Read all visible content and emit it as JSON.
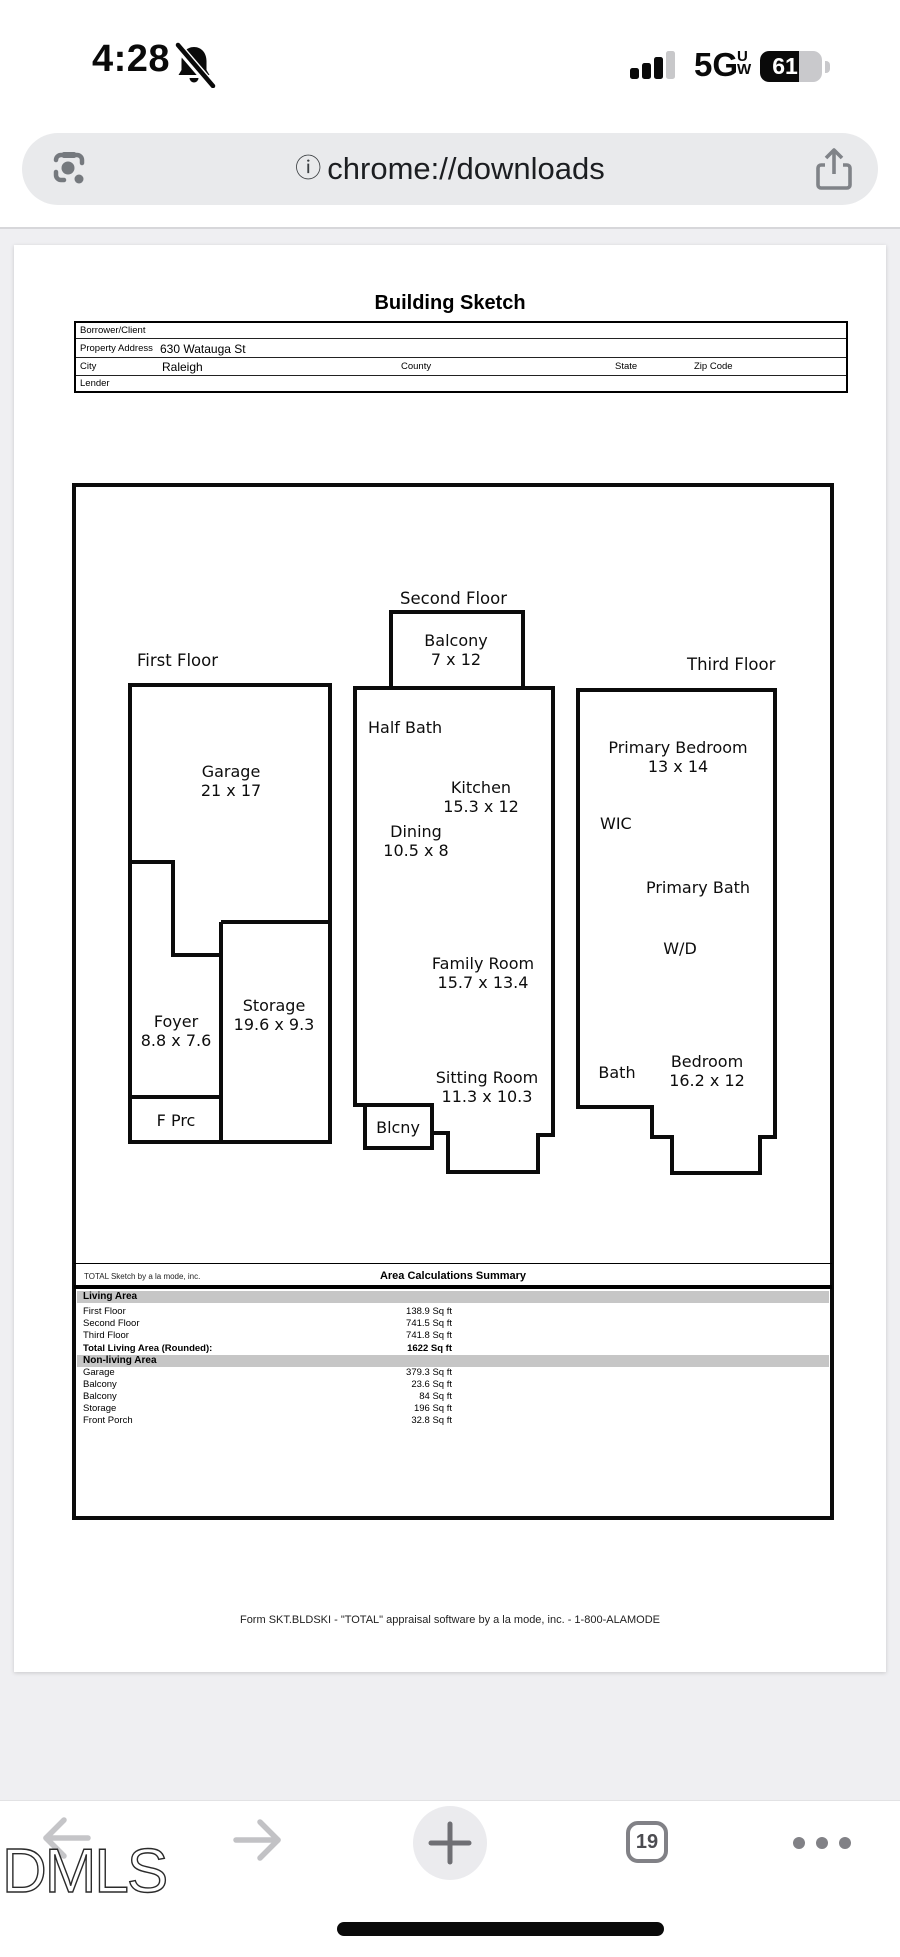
{
  "status_bar": {
    "time": "4:28",
    "network": "5G",
    "network_band_top": "U",
    "network_band_bottom": "W",
    "battery_percent": "61"
  },
  "url_bar": {
    "info_symbol": "ⓘ",
    "url": "chrome://downloads"
  },
  "doc": {
    "title": "Building Sketch",
    "form": {
      "borrower_label": "Borrower/Client",
      "property_label": "Property Address",
      "property_value": "630 Watauga St",
      "city_label": "City",
      "city_value": "Raleigh",
      "county_label": "County",
      "state_label": "State",
      "zip_label": "Zip Code",
      "lender_label": "Lender"
    },
    "sketch": {
      "floor_labels": [
        "First Floor",
        "Second Floor",
        "Third Floor"
      ],
      "rooms": {
        "garage": {
          "name": "Garage",
          "dims": "21 x 17"
        },
        "foyer": {
          "name": "Foyer",
          "dims": "8.8 x 7.6"
        },
        "storage": {
          "name": "Storage",
          "dims": "19.6 x 9.3"
        },
        "front_porch": {
          "name": "F Prc"
        },
        "balcony": {
          "name": "Balcony",
          "dims": "7 x 12"
        },
        "half_bath": {
          "name": "Half Bath"
        },
        "kitchen": {
          "name": "Kitchen",
          "dims": "15.3 x 12"
        },
        "dining": {
          "name": "Dining",
          "dims": "10.5 x 8"
        },
        "family_room": {
          "name": "Family Room",
          "dims": "15.7 x 13.4"
        },
        "sitting_room": {
          "name": "Sitting Room",
          "dims": "11.3 x 10.3"
        },
        "blcny": {
          "name": "Blcny"
        },
        "primary_bedroom": {
          "name": "Primary Bedroom",
          "dims": "13 x 14"
        },
        "wic": {
          "name": "WIC"
        },
        "primary_bath": {
          "name": "Primary Bath"
        },
        "wd": {
          "name": "W/D"
        },
        "bath": {
          "name": "Bath"
        },
        "bedroom": {
          "name": "Bedroom",
          "dims": "16.2 x 12"
        }
      }
    },
    "summary": {
      "branding": "TOTAL Sketch by a la mode, inc.",
      "title": "Area Calculations Summary",
      "living_header": "Living Area",
      "living_rows": [
        {
          "label": "First Floor",
          "value": "138.9 Sq ft"
        },
        {
          "label": "Second Floor",
          "value": "741.5 Sq ft"
        },
        {
          "label": "Third Floor",
          "value": "741.8 Sq ft"
        }
      ],
      "total_row": {
        "label": "Total Living Area (Rounded):",
        "value": "1622 Sq ft"
      },
      "nonliving_header": "Non-living Area",
      "nonliving_rows": [
        {
          "label": "Garage",
          "value": "379.3 Sq ft"
        },
        {
          "label": "Balcony",
          "value": "23.6 Sq ft"
        },
        {
          "label": "Balcony",
          "value": "84 Sq ft"
        },
        {
          "label": "Storage",
          "value": "196 Sq ft"
        },
        {
          "label": "Front Porch",
          "value": "32.8 Sq ft"
        }
      ]
    },
    "footer": "Form SKT.BLDSKI - \"TOTAL\" appraisal software by a la mode, inc. - 1-800-ALAMODE"
  },
  "toolbar": {
    "tab_count": "19",
    "watermark": "DMLS"
  },
  "colors": {
    "wall": "#0b0b0b",
    "summary_band_gray": "#c6c6c6",
    "url_pill": "#e9eaec",
    "page_gutter": "#efeff2",
    "toolbar_icon_gray": "#818186",
    "disabled_arrow_gray": "#c5c5c8"
  }
}
